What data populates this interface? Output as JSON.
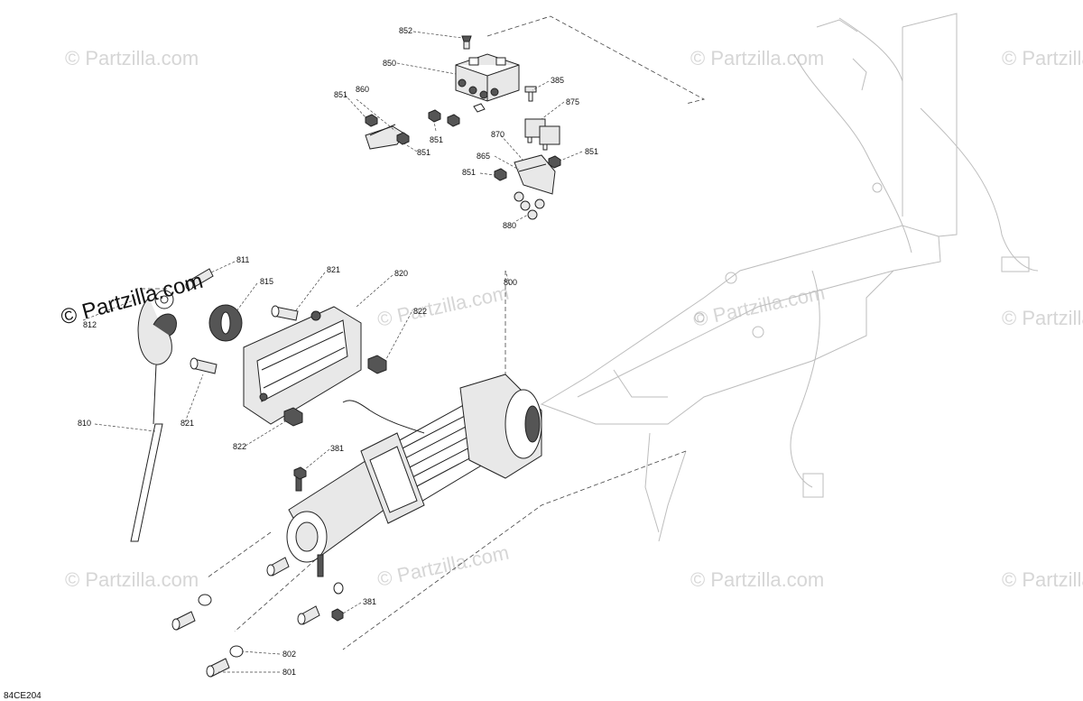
{
  "diagram": {
    "brand": "© Partzilla.com",
    "watermark": "© Partzilla.com",
    "drawing_code": "84CE204",
    "labels": {
      "p852": "852",
      "p850": "850",
      "p385": "385",
      "p875": "875",
      "p851a": "851",
      "p860": "860",
      "p851b": "851",
      "p851c": "851",
      "p870": "870",
      "p865": "865",
      "p851d": "851",
      "p851e": "851",
      "p880": "880",
      "p811": "811",
      "p815": "815",
      "p812": "812",
      "p821a": "821",
      "p820": "820",
      "p800": "800",
      "p822a": "822",
      "p821b": "821",
      "p822b": "822",
      "p810": "810",
      "p381a": "381",
      "p381b": "381",
      "p802": "802",
      "p801": "801"
    }
  }
}
